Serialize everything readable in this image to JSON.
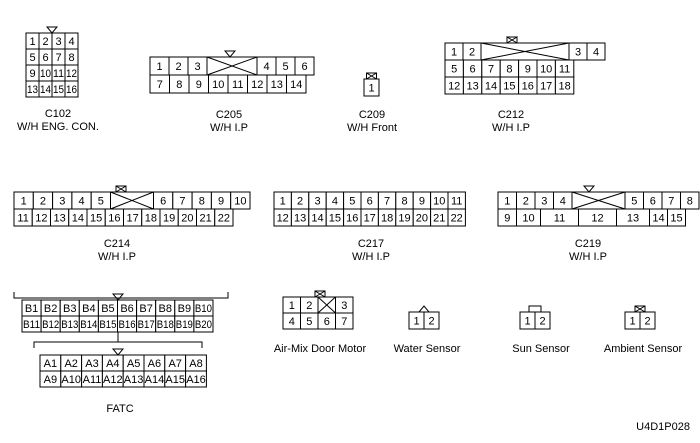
{
  "figure_id": "U4D1P028",
  "connectors": [
    {
      "id": "c102",
      "title": "C102",
      "subtitle": "W/H ENG. CON.",
      "rows": [
        [
          "1",
          "2",
          "3",
          "4"
        ],
        [
          "5",
          "6",
          "7",
          "8"
        ],
        [
          "9",
          "10",
          "11",
          "12"
        ],
        [
          "13",
          "14",
          "15",
          "16"
        ]
      ]
    },
    {
      "id": "c205",
      "title": "C205",
      "subtitle": "W/H I.P",
      "rows": [
        [
          "1",
          "2",
          "3",
          "",
          "4",
          "5",
          "6"
        ],
        [
          "7",
          "8",
          "9",
          "10",
          "11",
          "12",
          "13",
          "14"
        ]
      ]
    },
    {
      "id": "c209",
      "title": "C209",
      "subtitle": "W/H Front",
      "rows": [
        [
          "1"
        ]
      ]
    },
    {
      "id": "c212",
      "title": "C212",
      "subtitle": "W/H I.P",
      "rows": [
        [
          "1",
          "2",
          "",
          "3",
          "4"
        ],
        [
          "5",
          "6",
          "7",
          "8",
          "9",
          "10",
          "11"
        ],
        [
          "12",
          "13",
          "14",
          "15",
          "16",
          "17",
          "18"
        ]
      ]
    },
    {
      "id": "c214",
      "title": "C214",
      "subtitle": "W/H I.P",
      "rows": [
        [
          "1",
          "2",
          "3",
          "4",
          "5",
          "",
          "6",
          "7",
          "8",
          "9",
          "10"
        ],
        [
          "11",
          "12",
          "13",
          "14",
          "15",
          "16",
          "17",
          "18",
          "19",
          "20",
          "21",
          "22"
        ]
      ]
    },
    {
      "id": "c217",
      "title": "C217",
      "subtitle": "W/H I.P",
      "rows": [
        [
          "1",
          "2",
          "3",
          "4",
          "5",
          "6",
          "7",
          "8",
          "9",
          "10",
          "11"
        ],
        [
          "12",
          "13",
          "14",
          "15",
          "16",
          "17",
          "18",
          "19",
          "20",
          "21",
          "22"
        ]
      ]
    },
    {
      "id": "c219",
      "title": "C219",
      "subtitle": "W/H I.P",
      "rows": [
        [
          "1",
          "2",
          "3",
          "4",
          "",
          "5",
          "6",
          "7",
          "8"
        ],
        [
          "9",
          "10",
          "11",
          "12",
          "13",
          "14",
          "15"
        ]
      ]
    },
    {
      "id": "fatc",
      "title": "FATC",
      "subtitle": "",
      "rows": [
        [
          "B1",
          "B2",
          "B3",
          "B4",
          "B5",
          "B6",
          "B7",
          "B8",
          "B9",
          "B10"
        ],
        [
          "B11",
          "B12",
          "B13",
          "B14",
          "B15",
          "B16",
          "B17",
          "B18",
          "B19",
          "B20"
        ],
        [
          "A1",
          "A2",
          "A3",
          "A4",
          "A5",
          "A6",
          "A7",
          "A8"
        ],
        [
          "A9",
          "A10",
          "A11",
          "A12",
          "A13",
          "A14",
          "A15",
          "A16"
        ]
      ]
    },
    {
      "id": "airmix",
      "title": "Air-Mix Door Motor",
      "subtitle": "",
      "rows": [
        [
          "1",
          "2",
          "",
          "3"
        ],
        [
          "4",
          "5",
          "6",
          "7"
        ]
      ]
    },
    {
      "id": "water",
      "title": "Water Sensor",
      "subtitle": "",
      "rows": [
        [
          "1",
          "2"
        ]
      ]
    },
    {
      "id": "sun",
      "title": "Sun Sensor",
      "subtitle": "",
      "rows": [
        [
          "1",
          "2"
        ]
      ]
    },
    {
      "id": "ambient",
      "title": "Ambient Sensor",
      "subtitle": "",
      "rows": [
        [
          "1",
          "2"
        ]
      ]
    }
  ]
}
